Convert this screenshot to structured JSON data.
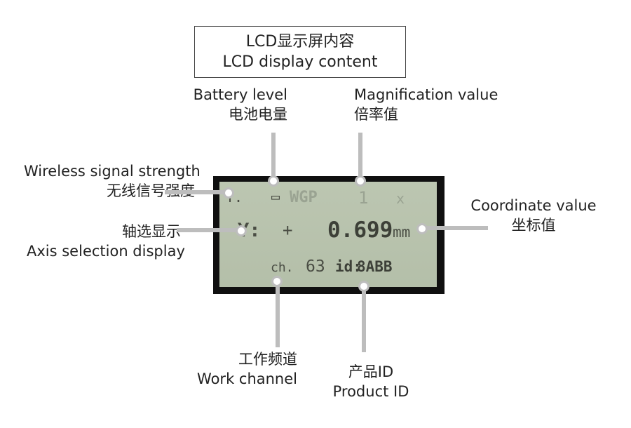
{
  "title": {
    "zh": "LCD显示屏内容",
    "en": "LCD display content"
  },
  "callouts": {
    "battery": {
      "en": "Battery level",
      "zh": "电池电量"
    },
    "magnification": {
      "en": "Magnification value",
      "zh": "倍率值"
    },
    "wireless": {
      "en": "Wireless signal strength",
      "zh": "无线信号强度"
    },
    "axis": {
      "zh": "轴选显示",
      "en": "Axis selection display"
    },
    "coordinate": {
      "en": "Coordinate value",
      "zh": "坐标值"
    },
    "channel": {
      "zh": "工作频道",
      "en": "Work channel"
    },
    "product": {
      "zh": "产品ID",
      "en": "Product ID"
    }
  },
  "lcd": {
    "signal": "T.",
    "battery": "▭",
    "wgp": "WGP",
    "mag_value": "1",
    "mag_unit": "x",
    "axis": "Y:",
    "sign": "+",
    "coord_value": "0.699",
    "coord_unit": "mm",
    "channel_label": "ch.",
    "channel_value": "63",
    "id_label": "id:",
    "id_value": "8ABB"
  },
  "colors": {
    "leader": "#bdbdbd",
    "lcd_bezel": "#101010",
    "lcd_screen": "#b8c2ad"
  }
}
